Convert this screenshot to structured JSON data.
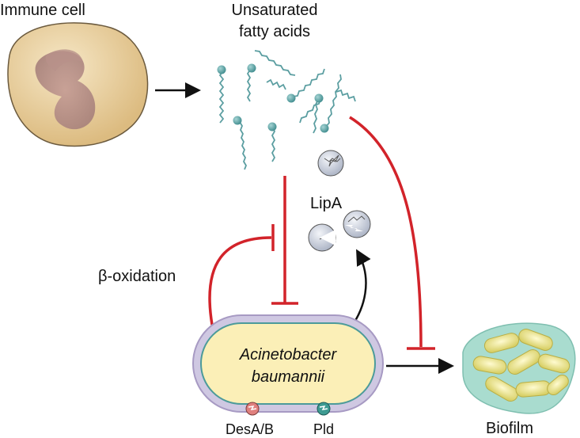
{
  "labels": {
    "immune_cell": "Immune cell",
    "fatty_acids_line1": "Unsaturated",
    "fatty_acids_line2": "fatty acids",
    "lipa": "LipA",
    "beta_oxidation": "β-oxidation",
    "bacterium_line1": "Acinetobacter",
    "bacterium_line2": "baumannii",
    "desab": "DesA/B",
    "pld": "Pld",
    "biofilm": "Biofilm"
  },
  "colors": {
    "inhibit": "#d2232a",
    "arrow": "#111111",
    "cell_fill": "#e9d3a6",
    "cell_nucleus": "#b48d86",
    "fatty_acid": "#5b9ea1",
    "bacterium_fill": "#fbefb7",
    "bacterium_outer": "#a79ac3",
    "bacterium_inner": "#4c9b9a",
    "desab": "#e0807e",
    "pld": "#3e9b92",
    "lipa": "#c9ced9",
    "biofilm_matrix": "#9fd5c9",
    "biofilm_rod": "#e6e27a"
  }
}
